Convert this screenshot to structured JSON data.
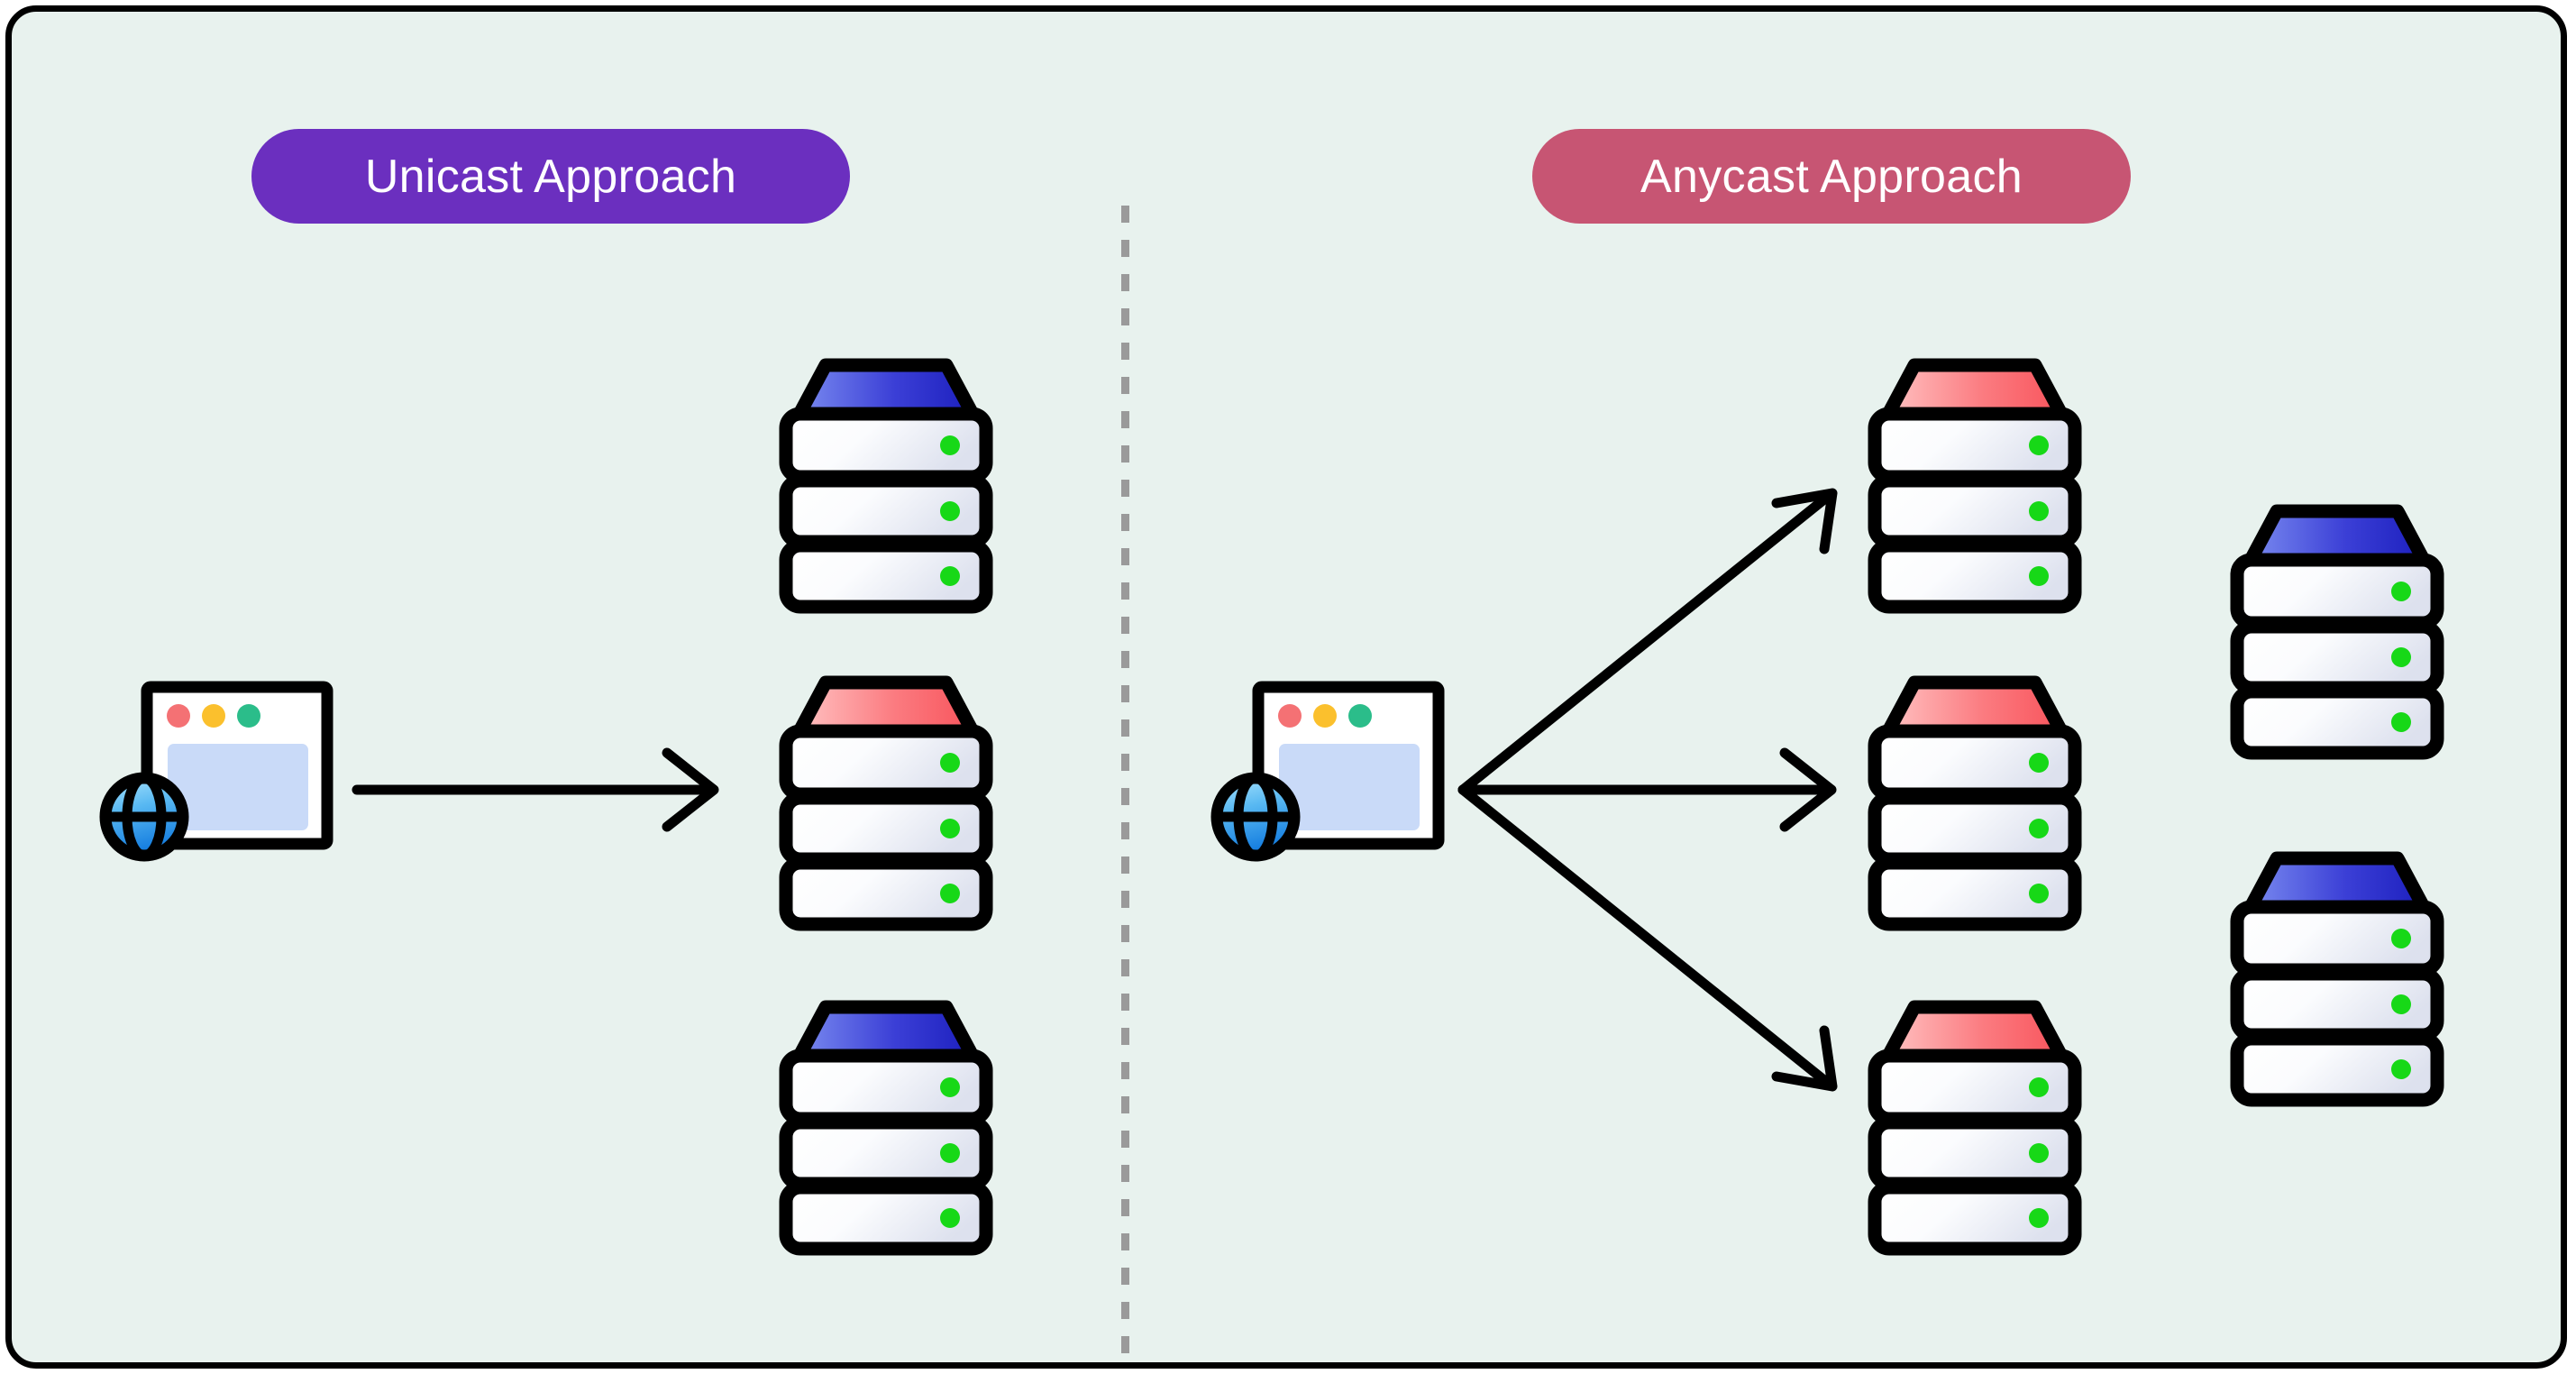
{
  "diagram": {
    "title_left": "Unicast Approach",
    "title_right": "Anycast Approach",
    "background_color": "#e8f2ee",
    "frame_border_color": "#000000",
    "divider_color": "#9a9a9a",
    "divider_style": "dashed-vertical"
  },
  "palette": {
    "unicast_pill": "#6b2fbf",
    "anycast_pill": "#c75573",
    "pill_text": "#ffffff",
    "arrow": "#000000",
    "server_blue_top_light": "#6a7ce8",
    "server_blue_top_dark": "#1f22c0",
    "server_red_top_light": "#ffb3b3",
    "server_red_top_dark": "#f8545c",
    "server_body_light": "#ffffff",
    "server_body_shade": "#dfe3ef",
    "server_led": "#17d817",
    "globe_top": "#7cc8f5",
    "globe_bottom": "#0a7ae0",
    "browser_panel": "#c9daf8",
    "browser_dot_red": "#f47174",
    "browser_dot_yellow": "#fbc02d",
    "browser_dot_green": "#2bbd8a"
  },
  "left_panel": {
    "label": "Unicast Approach",
    "client": {
      "name": "browser-with-globe",
      "icon": "browser-globe-icon"
    },
    "servers": [
      {
        "id": "unicast-server-1",
        "accent": "blue",
        "units": 3,
        "leds": 3
      },
      {
        "id": "unicast-server-2",
        "accent": "red",
        "units": 3,
        "leds": 3
      },
      {
        "id": "unicast-server-3",
        "accent": "blue",
        "units": 3,
        "leds": 3
      }
    ],
    "arrows": [
      {
        "id": "unicast-arrow-1",
        "from": "client",
        "to": "unicast-server-2",
        "direction": "right"
      }
    ],
    "arrow_count": 1
  },
  "right_panel": {
    "label": "Anycast Approach",
    "client": {
      "name": "browser-with-globe",
      "icon": "browser-globe-icon"
    },
    "servers": [
      {
        "id": "anycast-server-1",
        "accent": "red",
        "units": 3,
        "leds": 3
      },
      {
        "id": "anycast-server-2",
        "accent": "red",
        "units": 3,
        "leds": 3
      },
      {
        "id": "anycast-server-3",
        "accent": "red",
        "units": 3,
        "leds": 3
      },
      {
        "id": "anycast-extra-1",
        "accent": "blue",
        "units": 3,
        "leds": 3
      },
      {
        "id": "anycast-extra-2",
        "accent": "blue",
        "units": 3,
        "leds": 3
      }
    ],
    "arrows": [
      {
        "id": "anycast-arrow-up",
        "from": "client",
        "to": "anycast-server-1",
        "direction": "up-right"
      },
      {
        "id": "anycast-arrow-right",
        "from": "client",
        "to": "anycast-server-2",
        "direction": "right"
      },
      {
        "id": "anycast-arrow-down",
        "from": "client",
        "to": "anycast-server-3",
        "direction": "down-right"
      }
    ],
    "arrow_count": 3
  }
}
